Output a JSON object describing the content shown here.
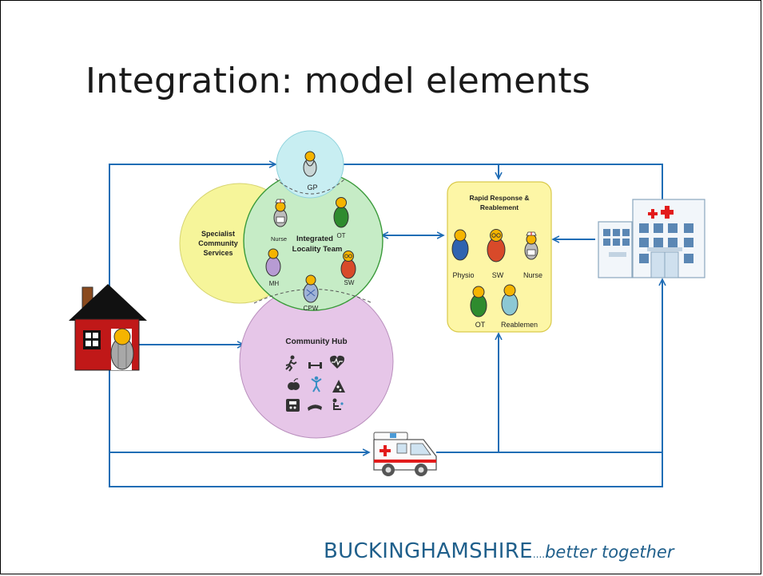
{
  "title": "Integration: model elements",
  "nodes": {
    "gp": "GP",
    "specialist_line1": "Specialist",
    "specialist_line2": "Community",
    "specialist_line3": "Services",
    "integrated_line1": "Integrated",
    "integrated_line2": "Locality Team",
    "community_hub": "Community Hub",
    "rapid_line1": "Rapid Response &",
    "rapid_line2": "Reablement"
  },
  "people": {
    "nurse": "Nurse",
    "ot": "OT",
    "mh": "MH",
    "sw": "SW",
    "cpw": "CPW",
    "physio": "Physio",
    "rr_sw": "SW",
    "rr_nurse": "Nurse",
    "rr_ot": "OT",
    "reablemen": "Reablemen"
  },
  "footer": {
    "brand": "BUCKINGHAMSHIRE",
    "dots": "....",
    "tagline": "better together"
  },
  "colors": {
    "arrow": "#1f6db5",
    "gp_circle": "#c8eef2",
    "specialist": "#f6f59a",
    "integrated": "#c6ecc6",
    "hub": "#e6c6e8",
    "rapid_box": "#fdf6a6",
    "person_head": "#f5b400"
  }
}
